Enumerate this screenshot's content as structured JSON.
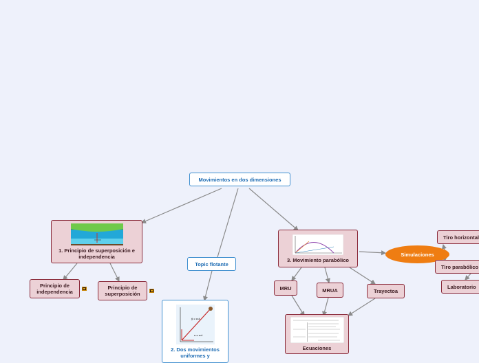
{
  "map": {
    "central": "Movimientos en dos dimensiones",
    "floating": "Topic flotante",
    "superposicion": "1. Principio de superposición e independencia",
    "independencia": "Principio de independencia",
    "superposicion_child": "Principio de superposición",
    "dos_mov": "2. Dos movimientos uniformes y",
    "parabolico": "3. Movimiento parabólico",
    "mru": "MRU",
    "mrua": "MRUA",
    "trayectoa": "Trayectoa",
    "ecuaciones": "Ecuaciones",
    "simulaciones": "Simulaciones",
    "tiro_horizontal": "Tiro horizontal",
    "tiro_parabolico": "Tiro parabólico",
    "laboratorio": "Laboratorio"
  },
  "colors": {
    "background": "#eef1fb",
    "link": "#8a8a8a",
    "blue_border": "#3f8fcf",
    "pink_fill": "#ecd1d6",
    "pink_border": "#8a2a3a",
    "orange": "#ef7d12"
  },
  "icons": [
    "attachment-icon"
  ]
}
